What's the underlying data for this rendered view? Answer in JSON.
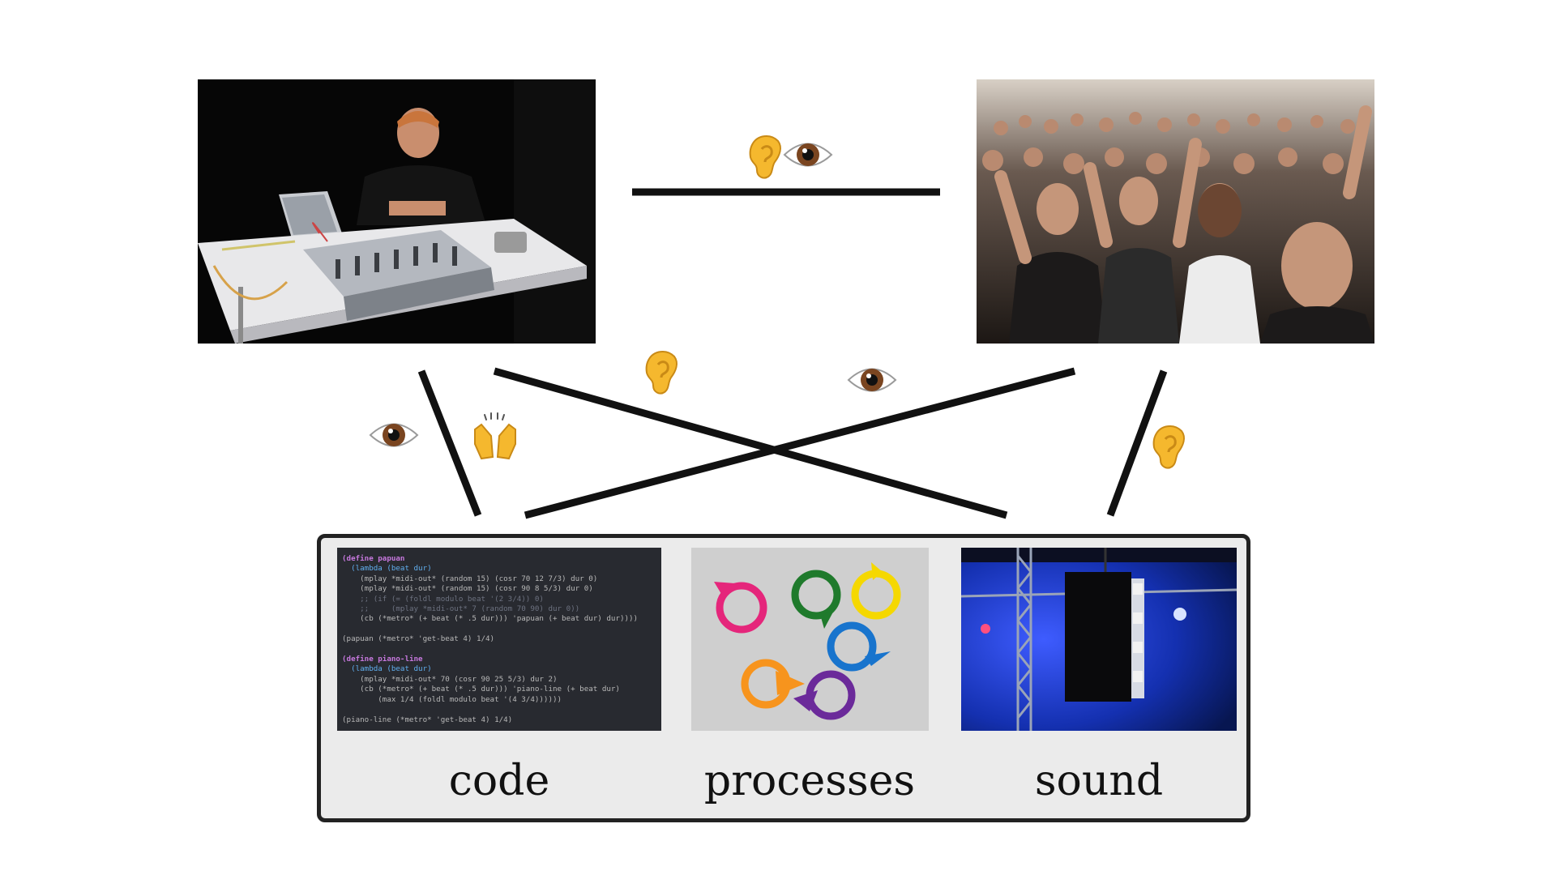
{
  "diagram": {
    "nodes": {
      "performer": {
        "kind": "photo",
        "subject": "live coder at a laptop and mixing desk"
      },
      "audience": {
        "kind": "photo",
        "subject": "cheering concert crowd"
      }
    },
    "system": {
      "panels": [
        {
          "id": "code",
          "caption": "code"
        },
        {
          "id": "processes",
          "caption": "processes"
        },
        {
          "id": "sound",
          "caption": "sound"
        }
      ]
    },
    "links": [
      {
        "from": "performer",
        "to": "audience",
        "icons": [
          "ear-icon",
          "eye-icon"
        ]
      },
      {
        "from": "performer",
        "to": "code",
        "icons": [
          "eye-icon",
          "raised-hands-icon"
        ]
      },
      {
        "from": "performer",
        "to": "sound",
        "icons": [
          "ear-icon"
        ]
      },
      {
        "from": "audience",
        "to": "code",
        "icons": [
          "eye-icon"
        ]
      },
      {
        "from": "audience",
        "to": "sound",
        "icons": [
          "ear-icon"
        ]
      }
    ]
  },
  "code_listing": [
    "(define papuan",
    "  (lambda (beat dur)",
    "    (mplay *midi-out* (random 15) (cosr 70 12 7/3) dur 0)",
    "    (mplay *midi-out* (random 15) (cosr 90 8 5/3) dur 0)",
    "    ;; (if (= (foldl modulo beat '(2 3/4)) 0)",
    "    ;;     (mplay *midi-out* 7 (random 70 90) dur 0))",
    "    (cb (*metro* (+ beat (* .5 dur))) 'papuan (+ beat dur) dur))))",
    "",
    "(papuan (*metro* 'get-beat 4) 1/4)",
    "",
    "(define piano-line",
    "  (lambda (beat dur)",
    "    (mplay *midi-out* 70 (cosr 90 25 5/3) dur 2)",
    "    (cb (*metro* (+ beat (* .5 dur))) 'piano-line (+ beat dur)",
    "        (max 1/4 (foldl modulo beat '(4 3/4))))))",
    "",
    "(piano-line (*metro* 'get-beat 4) 1/4)"
  ],
  "colors": {
    "line": "#111111",
    "box_border": "#222222",
    "box_fill": "#ebebeb",
    "process_magenta": "#e5267b",
    "process_green": "#1f7a2c",
    "process_yellow": "#f5d800",
    "process_blue": "#1874cd",
    "process_orange": "#f7941d",
    "process_purple": "#6b2a9a",
    "code_bg": "#282a30",
    "stage_blue": "#0b1b66"
  }
}
